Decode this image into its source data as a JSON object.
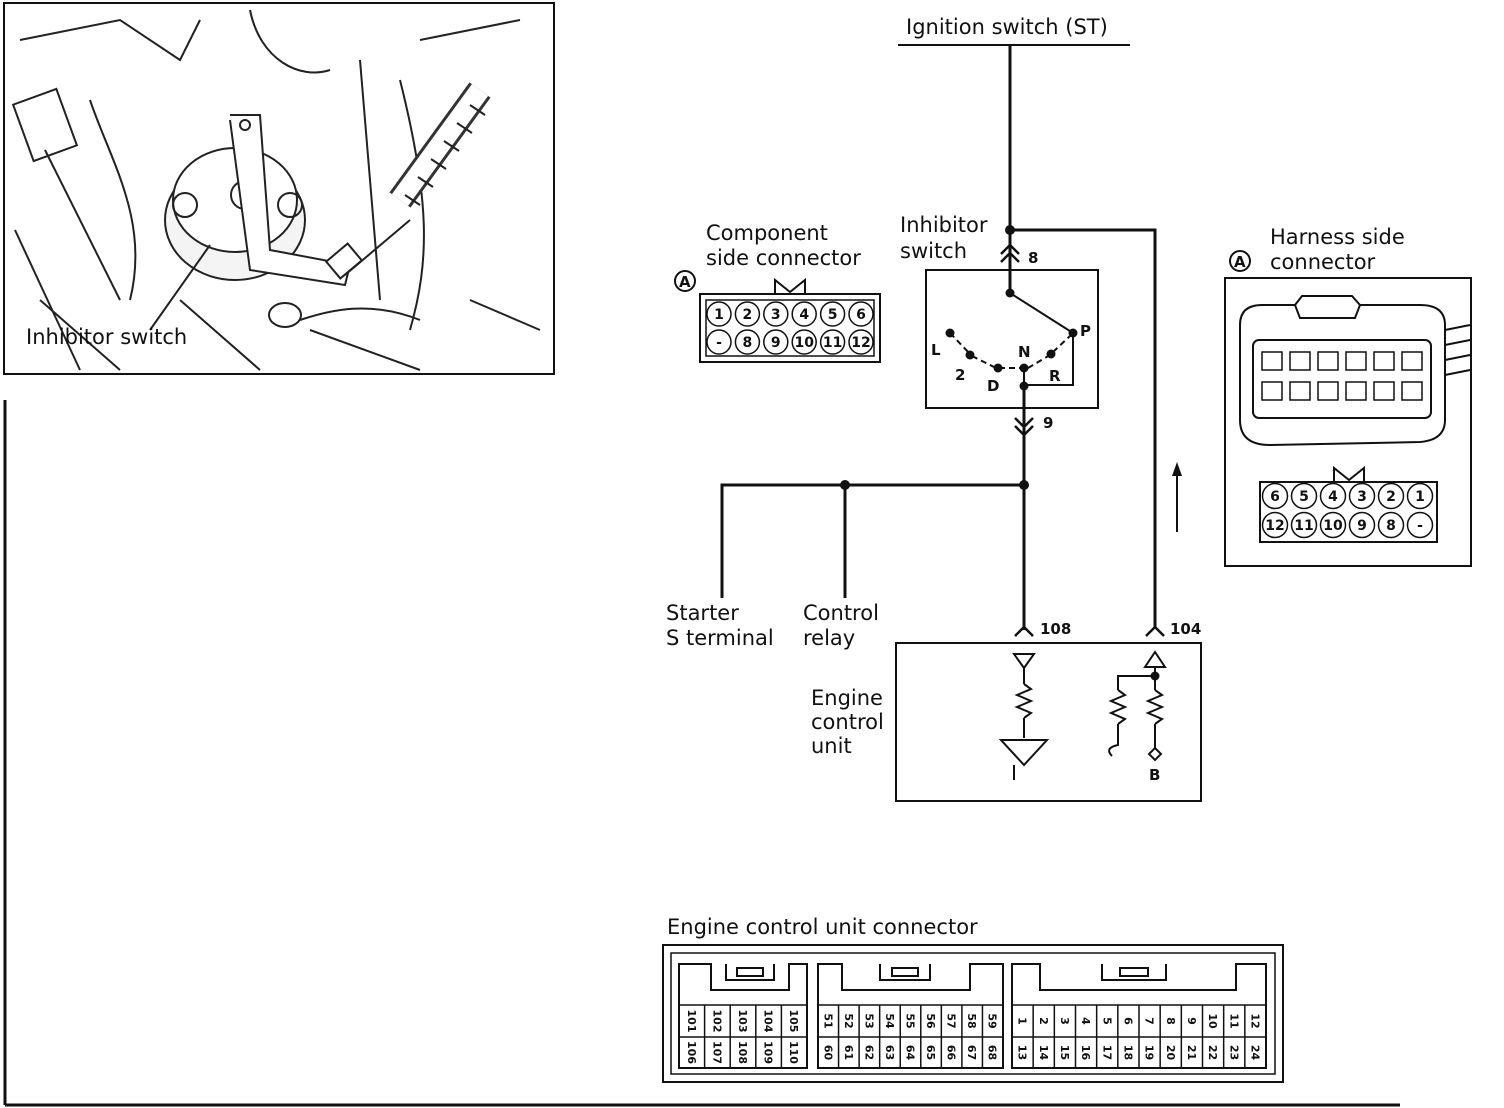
{
  "labels": {
    "ignition_switch": "Ignition switch (ST)",
    "inhibitor_switch_line1": "Inhibitor",
    "inhibitor_switch_line2": "switch",
    "component_line1": "Component",
    "component_line2": "side connector",
    "harness_line1": "Harness side",
    "harness_line2": "connector",
    "connector_a": "A",
    "photo_caption": "Inhibitor switch",
    "starter_line1": "Starter",
    "starter_line2": "S terminal",
    "relay_line1": "Control",
    "relay_line2": "relay",
    "ecu_line1": "Engine",
    "ecu_line2": "control",
    "ecu_line3": "unit",
    "ecu_connector": "Engine control unit connector"
  },
  "terminals": {
    "t8": "8",
    "t9": "9",
    "t108": "108",
    "t104": "104",
    "battery": "B"
  },
  "positions": {
    "L": "L",
    "two": "2",
    "D": "D",
    "N": "N",
    "R": "R",
    "P": "P"
  },
  "component_connector": {
    "top": [
      "1",
      "2",
      "3",
      "4",
      "5",
      "6"
    ],
    "bottom": [
      "-",
      "8",
      "9",
      "10",
      "11",
      "12"
    ]
  },
  "harness_connector": {
    "top": [
      "6",
      "5",
      "4",
      "3",
      "2",
      "1"
    ],
    "bottom": [
      "12",
      "11",
      "10",
      "9",
      "8",
      "-"
    ]
  },
  "ecu_connector": {
    "block1": {
      "top": [
        "101",
        "102",
        "103",
        "104",
        "105"
      ],
      "bottom": [
        "106",
        "107",
        "108",
        "109",
        "110"
      ]
    },
    "block2": {
      "top": [
        "51",
        "52",
        "53",
        "54",
        "55",
        "56",
        "57",
        "58",
        "59"
      ],
      "bottom": [
        "60",
        "61",
        "62",
        "63",
        "64",
        "65",
        "66",
        "67",
        "68"
      ]
    },
    "block3": {
      "top": [
        "1",
        "2",
        "3",
        "4",
        "5",
        "6",
        "7",
        "8",
        "9",
        "10",
        "11",
        "12"
      ],
      "bottom": [
        "13",
        "14",
        "15",
        "16",
        "17",
        "18",
        "19",
        "20",
        "21",
        "22",
        "23",
        "24"
      ]
    }
  }
}
